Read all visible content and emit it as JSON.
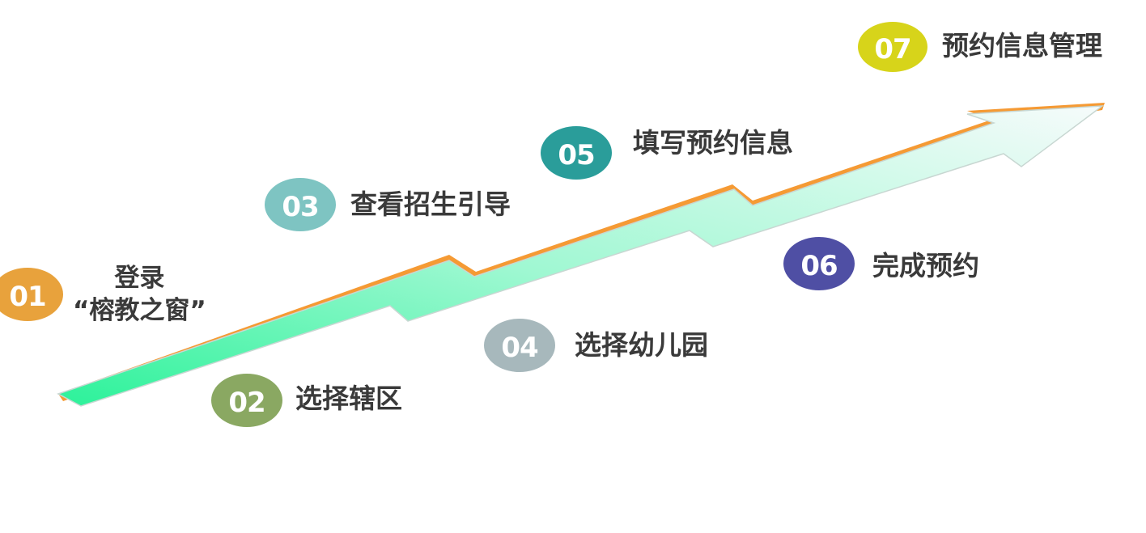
{
  "steps": [
    {
      "num": "01",
      "label_line1": "登录",
      "label_line2": "“榕教之窗”",
      "color": "#e8a23c"
    },
    {
      "num": "02",
      "label": "选择辖区",
      "color": "#8aa862"
    },
    {
      "num": "03",
      "label": "查看招生引导",
      "color": "#7ec4c2"
    },
    {
      "num": "04",
      "label": "选择幼儿园",
      "color": "#a7b8bc"
    },
    {
      "num": "05",
      "label": "填写预约信息",
      "color": "#2a9d9a"
    },
    {
      "num": "06",
      "label": "完成预约",
      "color": "#4f4fa4"
    },
    {
      "num": "07",
      "label": "预约信息管理",
      "color": "#d7d41a"
    }
  ],
  "arrow": {
    "start_color": "#2cf29a",
    "mid_color": "#9ff8d2",
    "end_color": "#f6fbfb",
    "edge_color": "#f59a34"
  }
}
